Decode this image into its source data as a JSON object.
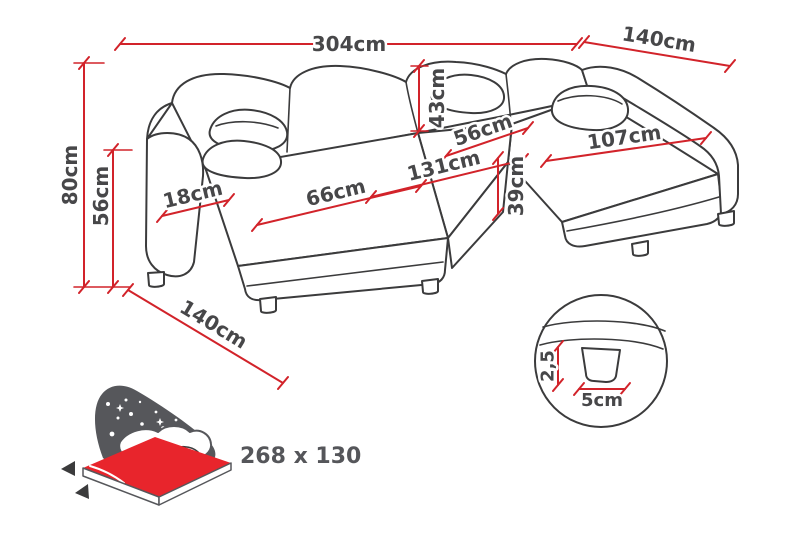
{
  "diagram": {
    "unit_system": "cm",
    "sofa": {
      "total_width": "304cm",
      "right_chaise_depth": "140cm",
      "left_chaise_depth": "140cm",
      "height": "80cm",
      "armrest_height": "56cm",
      "backrest_height": "43cm",
      "seat_depth": "56cm",
      "right_chaise_length": "107cm",
      "middle_section_width": "131cm",
      "seat_height": "39cm",
      "left_chaise_width": "66cm",
      "armrest_width": "18cm"
    },
    "leg_detail": {
      "height": "2,5",
      "width": "5cm"
    },
    "sleeping_area": "268 x 130",
    "colors": {
      "dimension_line": "#d2232a",
      "drawing_outline": "#3b3b3c",
      "label_text": "#474749",
      "icon_dark": "#56575b",
      "icon_red": "#e8252c"
    }
  }
}
